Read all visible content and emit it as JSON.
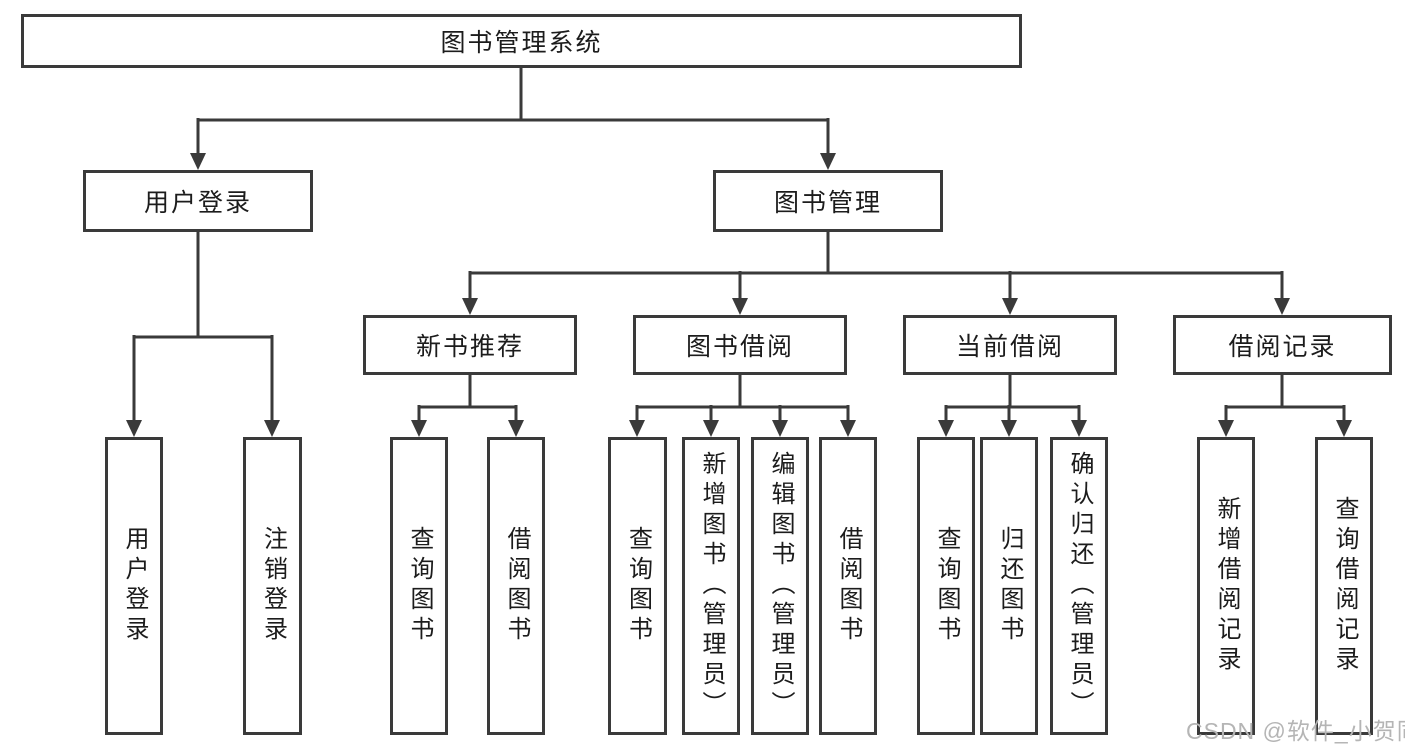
{
  "diagram": {
    "root": "图书管理系统",
    "level2": {
      "user_login": "用户登录",
      "book_management": "图书管理"
    },
    "level3": {
      "new_book_recommend": "新书推荐",
      "book_borrowing": "图书借阅",
      "current_borrowing": "当前借阅",
      "borrowing_records": "借阅记录"
    },
    "leaves": {
      "user": [
        "用户登录",
        "注销登录"
      ],
      "recommend": [
        "查询图书",
        "借阅图书"
      ],
      "borrowing": [
        "查询图书",
        "新增图书（管理员）",
        "编辑图书（管理员）",
        "借阅图书"
      ],
      "current": [
        "查询图书",
        "归还图书",
        "确认归还（管理员）"
      ],
      "records": [
        "新增借阅记录",
        "查询借阅记录"
      ]
    }
  },
  "watermark": "CSDN @软件_小贺同学",
  "colors": {
    "line": "#3a3a3a",
    "text": "#1c1c1c",
    "background": "#ffffff",
    "watermark": "#b5b5b5"
  }
}
